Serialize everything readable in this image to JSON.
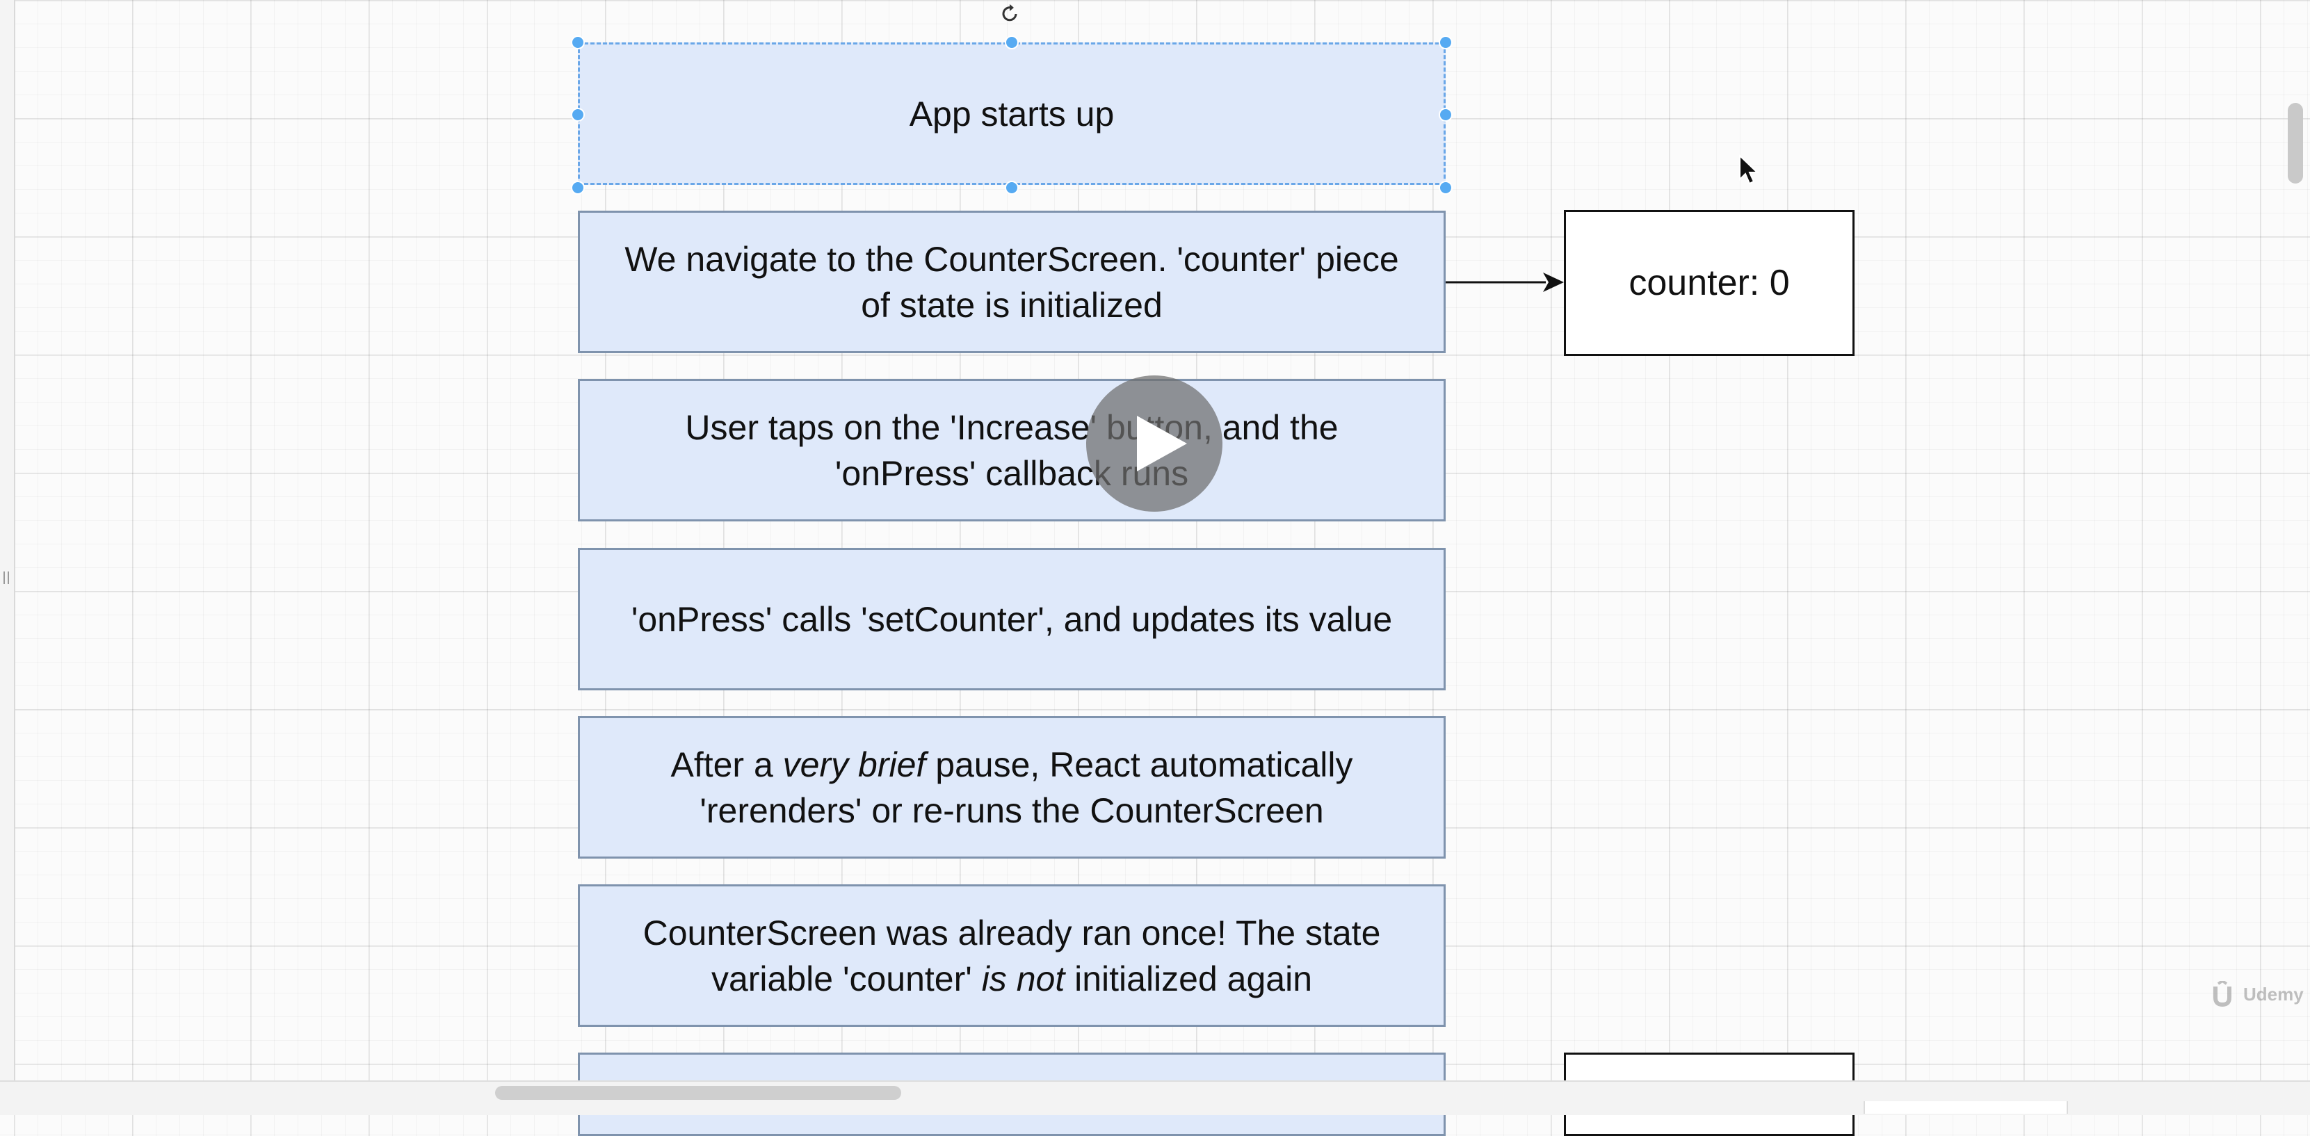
{
  "diagram": {
    "steps": [
      {
        "text": "App starts up"
      },
      {
        "text": "We navigate to the CounterScreen. 'counter' piece\nof state is initialized"
      },
      {
        "text": "User taps on the 'Increase' button, and the\n'onPress' callback runs"
      },
      {
        "text": "'onPress' calls 'setCounter', and updates its value"
      },
      {
        "before": "After a ",
        "emphasis": "very brief",
        "after": " pause, React automatically\n'rerenders' or re-runs the CounterScreen"
      },
      {
        "before": "CounterScreen was already ran once!  The state\nvariable 'counter' ",
        "emphasis": "is not",
        "after": " initialized again"
      }
    ],
    "state_box_label": "counter: 0"
  },
  "video": {
    "watermark": "Udemy"
  },
  "colors": {
    "step_fill": "#dfe9fa",
    "step_border": "#7f93ad",
    "selection_handle": "#56aaf2",
    "state_border": "#111111"
  }
}
